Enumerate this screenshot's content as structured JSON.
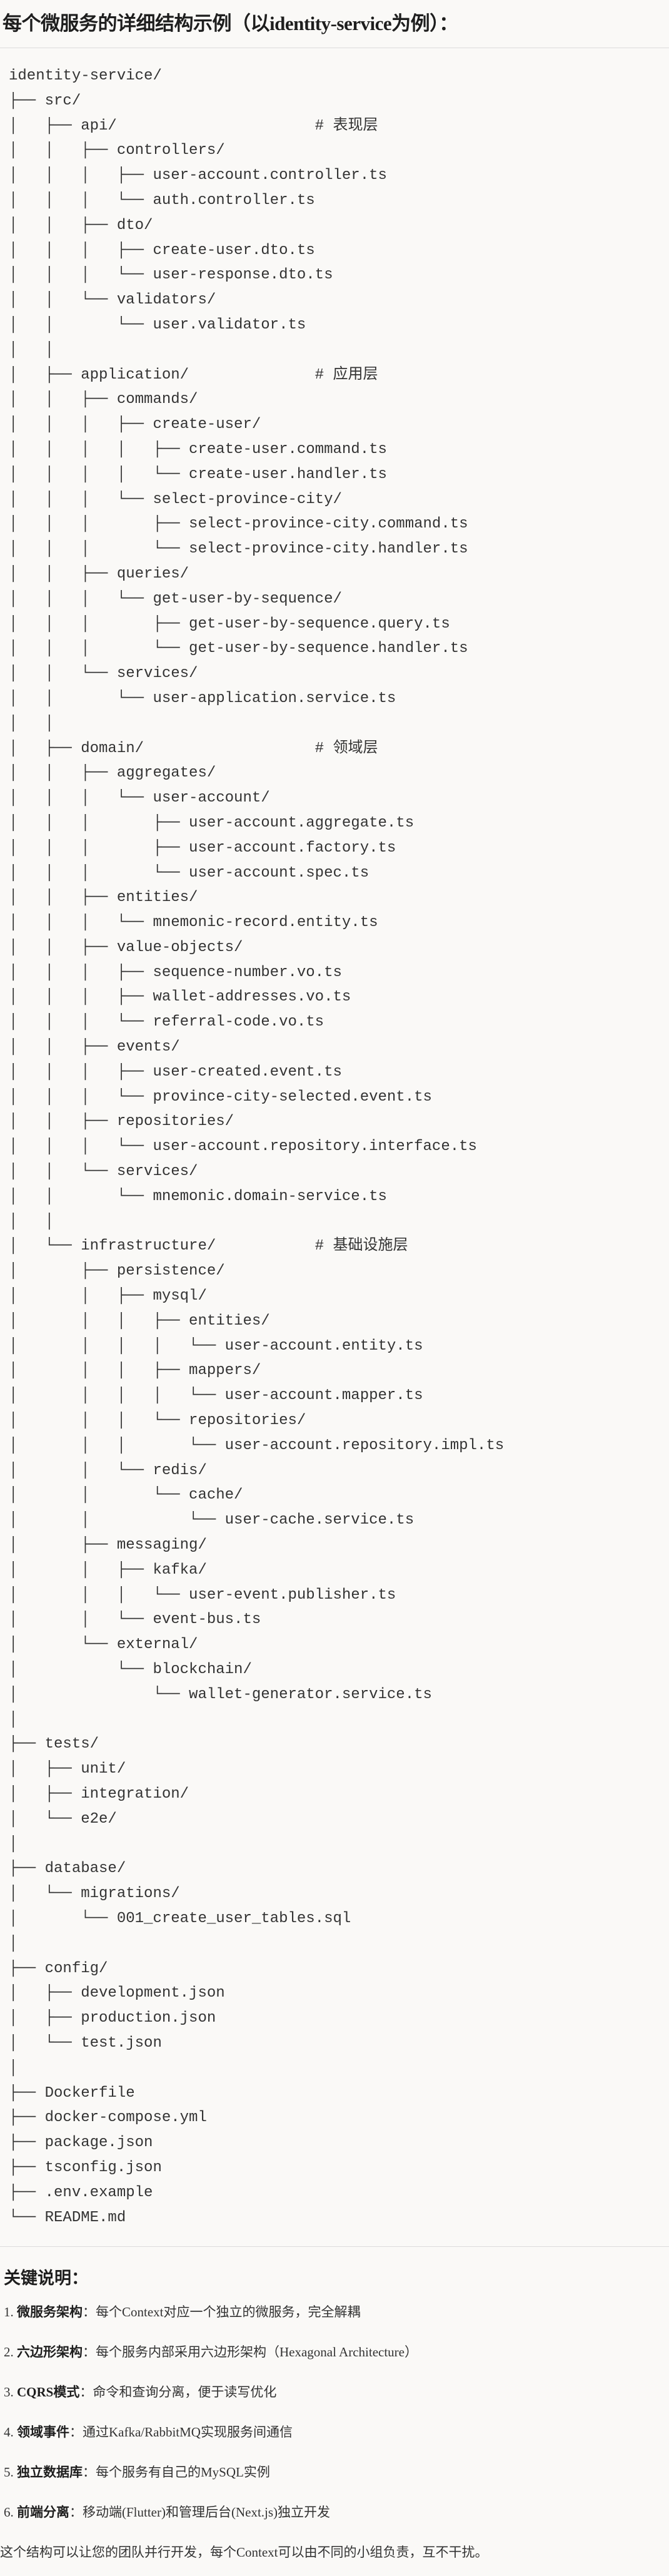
{
  "title": "每个微服务的详细结构示例（以identity-service为例）：",
  "tree": [
    "identity-service/",
    "├── src/",
    "│   ├── api/                      # 表现层",
    "│   │   ├── controllers/",
    "│   │   │   ├── user-account.controller.ts",
    "│   │   │   └── auth.controller.ts",
    "│   │   ├── dto/",
    "│   │   │   ├── create-user.dto.ts",
    "│   │   │   └── user-response.dto.ts",
    "│   │   └── validators/",
    "│   │       └── user.validator.ts",
    "│   │",
    "│   ├── application/              # 应用层",
    "│   │   ├── commands/",
    "│   │   │   ├── create-user/",
    "│   │   │   │   ├── create-user.command.ts",
    "│   │   │   │   └── create-user.handler.ts",
    "│   │   │   └── select-province-city/",
    "│   │   │       ├── select-province-city.command.ts",
    "│   │   │       └── select-province-city.handler.ts",
    "│   │   ├── queries/",
    "│   │   │   └── get-user-by-sequence/",
    "│   │   │       ├── get-user-by-sequence.query.ts",
    "│   │   │       └── get-user-by-sequence.handler.ts",
    "│   │   └── services/",
    "│   │       └── user-application.service.ts",
    "│   │",
    "│   ├── domain/                   # 领域层",
    "│   │   ├── aggregates/",
    "│   │   │   └── user-account/",
    "│   │   │       ├── user-account.aggregate.ts",
    "│   │   │       ├── user-account.factory.ts",
    "│   │   │       └── user-account.spec.ts",
    "│   │   ├── entities/",
    "│   │   │   └── mnemonic-record.entity.ts",
    "│   │   ├── value-objects/",
    "│   │   │   ├── sequence-number.vo.ts",
    "│   │   │   ├── wallet-addresses.vo.ts",
    "│   │   │   └── referral-code.vo.ts",
    "│   │   ├── events/",
    "│   │   │   ├── user-created.event.ts",
    "│   │   │   └── province-city-selected.event.ts",
    "│   │   ├── repositories/",
    "│   │   │   └── user-account.repository.interface.ts",
    "│   │   └── services/",
    "│   │       └── mnemonic.domain-service.ts",
    "│   │",
    "│   └── infrastructure/           # 基础设施层",
    "│       ├── persistence/",
    "│       │   ├── mysql/",
    "│       │   │   ├── entities/",
    "│       │   │   │   └── user-account.entity.ts",
    "│       │   │   ├── mappers/",
    "│       │   │   │   └── user-account.mapper.ts",
    "│       │   │   └── repositories/",
    "│       │   │       └── user-account.repository.impl.ts",
    "│       │   └── redis/",
    "│       │       └── cache/",
    "│       │           └── user-cache.service.ts",
    "│       ├── messaging/",
    "│       │   ├── kafka/",
    "│       │   │   └── user-event.publisher.ts",
    "│       │   └── event-bus.ts",
    "│       └── external/",
    "│           └── blockchain/",
    "│               └── wallet-generator.service.ts",
    "│",
    "├── tests/",
    "│   ├── unit/",
    "│   ├── integration/",
    "│   └── e2e/",
    "│",
    "├── database/",
    "│   └── migrations/",
    "│       └── 001_create_user_tables.sql",
    "│",
    "├── config/",
    "│   ├── development.json",
    "│   ├── production.json",
    "│   └── test.json",
    "│",
    "├── Dockerfile",
    "├── docker-compose.yml",
    "├── package.json",
    "├── tsconfig.json",
    "├── .env.example",
    "└── README.md"
  ],
  "notes": {
    "title": "关键说明：",
    "items": [
      {
        "num": "1. ",
        "label": "微服务架构",
        "sep": "：",
        "text": "每个Context对应一个独立的微服务，完全解耦"
      },
      {
        "num": "2. ",
        "label": "六边形架构",
        "sep": "：",
        "text": "每个服务内部采用六边形架构（Hexagonal Architecture）"
      },
      {
        "num": "3. ",
        "label": "CQRS模式",
        "sep": "：",
        "text": "命令和查询分离，便于读写优化"
      },
      {
        "num": "4. ",
        "label": "领域事件",
        "sep": "：",
        "text": "通过Kafka/RabbitMQ实现服务间通信"
      },
      {
        "num": "5. ",
        "label": "独立数据库",
        "sep": "：",
        "text": "每个服务有自己的MySQL实例"
      },
      {
        "num": "6. ",
        "label": "前端分离",
        "sep": "：",
        "text": "移动端(Flutter)和管理后台(Next.js)独立开发"
      }
    ],
    "summary": "这个结构可以让您的团队并行开发，每个Context可以由不同的小组负责，互不干扰。"
  }
}
